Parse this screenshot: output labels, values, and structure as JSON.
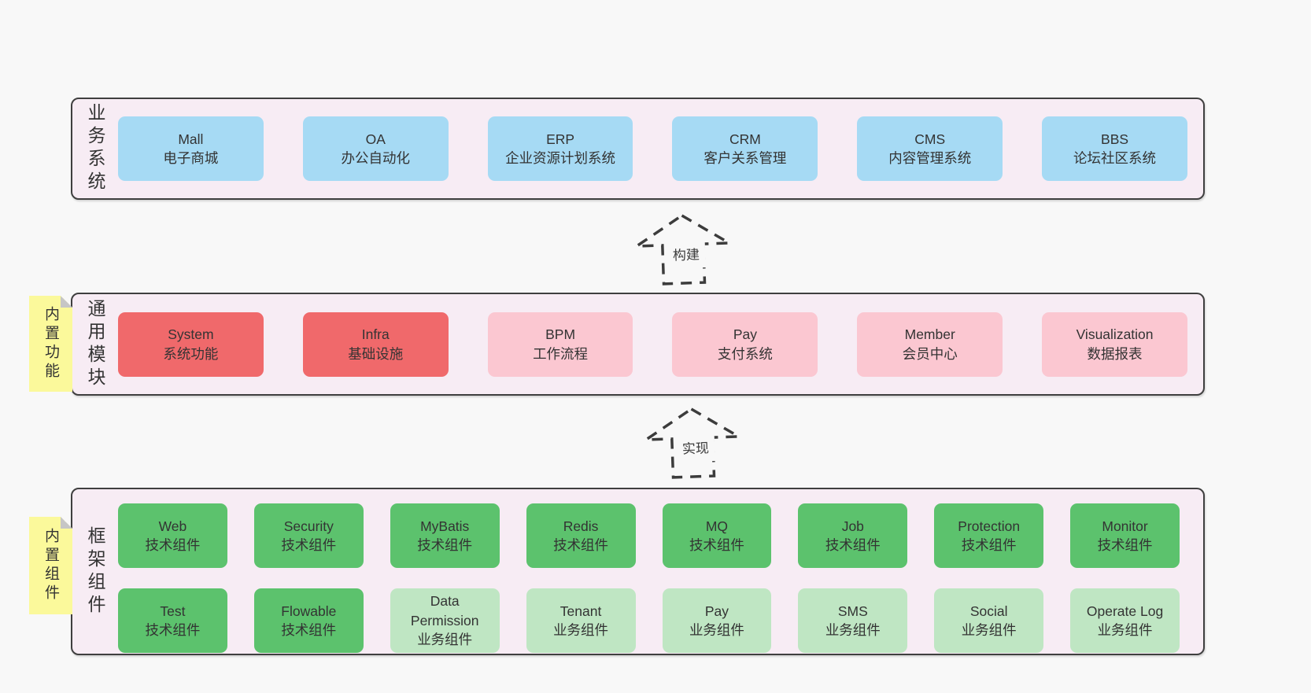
{
  "colors": {
    "page_bg": "#f8f8f8",
    "panel_bg": "#f7ecf4",
    "panel_border": "#3f3f3f",
    "blue": "#a6daf4",
    "red": "#f0696b",
    "pink": "#fbc7d1",
    "green": "#5cc26d",
    "light_green": "#bfe6c3",
    "sticky_yellow": "#fbf99b",
    "text": "#333333"
  },
  "arrows": {
    "build": "构建",
    "implement": "实现"
  },
  "layers": {
    "business": {
      "label": "业务系统",
      "boxes": [
        {
          "name": "Mall",
          "desc": "电子商城"
        },
        {
          "name": "OA",
          "desc": "办公自动化"
        },
        {
          "name": "ERP",
          "desc": "企业资源计划系统"
        },
        {
          "name": "CRM",
          "desc": "客户关系管理"
        },
        {
          "name": "CMS",
          "desc": "内容管理系统"
        },
        {
          "name": "BBS",
          "desc": "论坛社区系统"
        }
      ]
    },
    "modules": {
      "label": "通用模块",
      "sticky": "内置功能",
      "boxes": [
        {
          "name": "System",
          "desc": "系统功能"
        },
        {
          "name": "Infra",
          "desc": "基础设施"
        },
        {
          "name": "BPM",
          "desc": "工作流程"
        },
        {
          "name": "Pay",
          "desc": "支付系统"
        },
        {
          "name": "Member",
          "desc": "会员中心"
        },
        {
          "name": "Visualization",
          "desc": "数据报表"
        }
      ]
    },
    "components": {
      "label": "框架组件",
      "sticky": "内置组件",
      "boxes": [
        {
          "name": "Web",
          "desc": "技术组件"
        },
        {
          "name": "Security",
          "desc": "技术组件"
        },
        {
          "name": "MyBatis",
          "desc": "技术组件"
        },
        {
          "name": "Redis",
          "desc": "技术组件"
        },
        {
          "name": "MQ",
          "desc": "技术组件"
        },
        {
          "name": "Job",
          "desc": "技术组件"
        },
        {
          "name": "Protection",
          "desc": "技术组件"
        },
        {
          "name": "Monitor",
          "desc": "技术组件"
        },
        {
          "name": "Test",
          "desc": "技术组件"
        },
        {
          "name": "Flowable",
          "desc": "技术组件"
        },
        {
          "name": "Data Permission",
          "desc": "业务组件"
        },
        {
          "name": "Tenant",
          "desc": "业务组件"
        },
        {
          "name": "Pay",
          "desc": "业务组件"
        },
        {
          "name": "SMS",
          "desc": "业务组件"
        },
        {
          "name": "Social",
          "desc": "业务组件"
        },
        {
          "name": "Operate Log",
          "desc": "业务组件"
        }
      ]
    }
  }
}
